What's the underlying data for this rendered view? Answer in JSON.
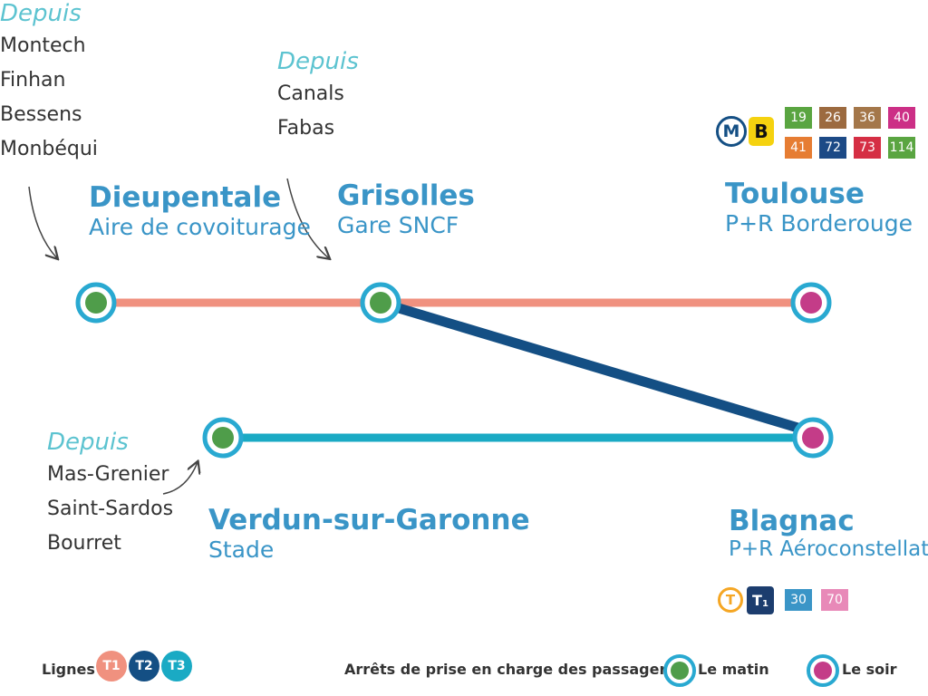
{
  "colors": {
    "t1": "#f0917f",
    "t2": "#144f84",
    "t3": "#1aaac4",
    "ring": "#29a9d1",
    "morning": "#4f9d4a",
    "evening": "#c43c88"
  },
  "origins": {
    "dieupentale": {
      "label": "Depuis",
      "towns": [
        "Montech",
        "Finhan",
        "Bessens",
        "Monbéqui"
      ]
    },
    "grisolles": {
      "label": "Depuis",
      "towns": [
        "Canals",
        "Fabas"
      ]
    },
    "verdun": {
      "label": "Depuis",
      "towns": [
        "Mas-Grenier",
        "Saint-Sardos",
        "Bourret"
      ]
    }
  },
  "stations": {
    "dieupentale": {
      "name": "Dieupentale",
      "sub": "Aire de covoiturage",
      "stop": "morning"
    },
    "grisolles": {
      "name": "Grisolles",
      "sub": "Gare SNCF",
      "stop": "morning"
    },
    "toulouse": {
      "name": "Toulouse",
      "sub": "P+R Borderouge",
      "stop": "evening"
    },
    "verdun": {
      "name": "Verdun-sur-Garonne",
      "sub": "Stade",
      "stop": "morning"
    },
    "blagnac": {
      "name": "Blagnac",
      "sub": "P+R Aéroconstellation",
      "stop": "evening"
    }
  },
  "toulouse_connections": {
    "metro": "M",
    "metro_line": "B",
    "bus": [
      {
        "n": "19",
        "c": "#5aa541"
      },
      {
        "n": "26",
        "c": "#9c6a3f"
      },
      {
        "n": "36",
        "c": "#a4774a"
      },
      {
        "n": "40",
        "c": "#cc2f86"
      },
      {
        "n": "41",
        "c": "#e67d33"
      },
      {
        "n": "72",
        "c": "#1c4a86"
      },
      {
        "n": "73",
        "c": "#d52f44"
      },
      {
        "n": "114",
        "c": "#5aa541"
      }
    ]
  },
  "blagnac_connections": {
    "tram": "T",
    "tram_line": "T",
    "tram_line_sub": "1",
    "bus": [
      {
        "n": "30",
        "c": "#3a95c7"
      },
      {
        "n": "70",
        "c": "#e889b8"
      }
    ]
  },
  "legend": {
    "lines_label": "Lignes",
    "lines": [
      {
        "label": "T1",
        "color": "#f0917f"
      },
      {
        "label": "T2",
        "color": "#144f84"
      },
      {
        "label": "T3",
        "color": "#1aaac4"
      }
    ],
    "stops_label": "Arrêts de prise en charge des passagers",
    "morning": "Le matin",
    "evening": "Le soir"
  }
}
